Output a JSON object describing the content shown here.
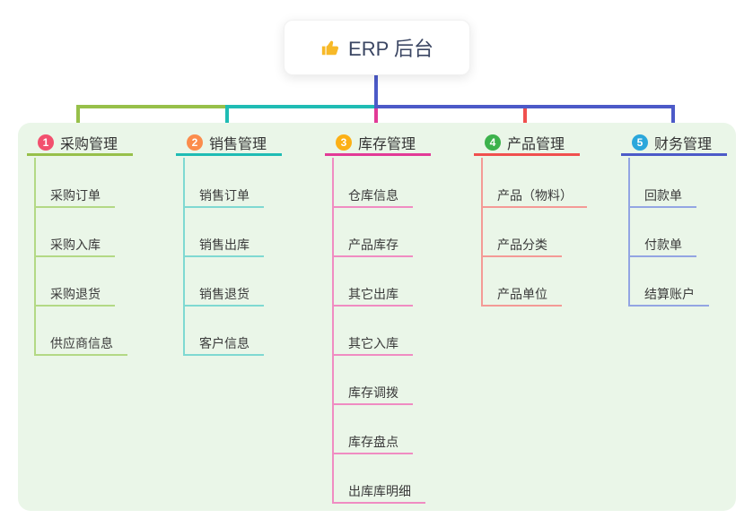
{
  "root": {
    "label": "ERP 后台",
    "icon": "thumbs-up-icon"
  },
  "colors": {
    "connector_blue": "#4c5ac8",
    "panel_bg": "#eaf6e8",
    "root_text": "#3b4663",
    "thumb_yellow": "#f7b928"
  },
  "branches": [
    {
      "number": "1",
      "label": "采购管理",
      "badge_color": "#f2506e",
      "line_color": "#97c04a",
      "child_line_color": "#b3d985",
      "children": [
        "采购订单",
        "采购入库",
        "采购退货",
        "供应商信息"
      ]
    },
    {
      "number": "2",
      "label": "销售管理",
      "badge_color": "#fb8c4c",
      "line_color": "#1fbcb4",
      "child_line_color": "#7fd9d2",
      "children": [
        "销售订单",
        "销售出库",
        "销售退货",
        "客户信息"
      ]
    },
    {
      "number": "3",
      "label": "库存管理",
      "badge_color": "#fcb016",
      "line_color": "#e23a97",
      "child_line_color": "#f08cc2",
      "children": [
        "仓库信息",
        "产品库存",
        "其它出库",
        "其它入库",
        "库存调拨",
        "库存盘点",
        "出库库明细"
      ]
    },
    {
      "number": "4",
      "label": "产品管理",
      "badge_color": "#3cb24c",
      "line_color": "#f0504e",
      "child_line_color": "#f49a96",
      "children": [
        "产品（物料）",
        "产品分类",
        "产品单位"
      ]
    },
    {
      "number": "5",
      "label": "财务管理",
      "badge_color": "#2aa7db",
      "line_color": "#4c5ac8",
      "child_line_color": "#93a5e3",
      "children": [
        "回款单",
        "付款单",
        "结算账户"
      ]
    }
  ]
}
